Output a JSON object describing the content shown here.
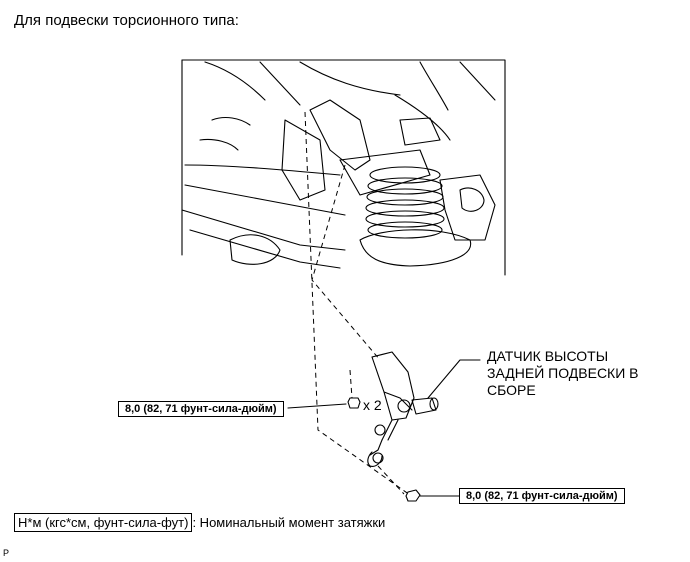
{
  "heading": "Для подвески торсионного типа:",
  "part_label": [
    "ДАТЧИК ВЫСОТЫ",
    "ЗАДНЕЙ ПОДВЕСКИ В",
    "СБОРЕ"
  ],
  "torque_left": "8,0 (82, 71 фунт-сила-дюйм)",
  "torque_right": "8,0 (82, 71 фунт-сила-дюйм)",
  "quantity": "x 2",
  "legend": {
    "units": "Н*м (кгс*см, фунт-сила-фут)",
    "description": ": Номинальный момент затяжки"
  },
  "figure_id": "P"
}
